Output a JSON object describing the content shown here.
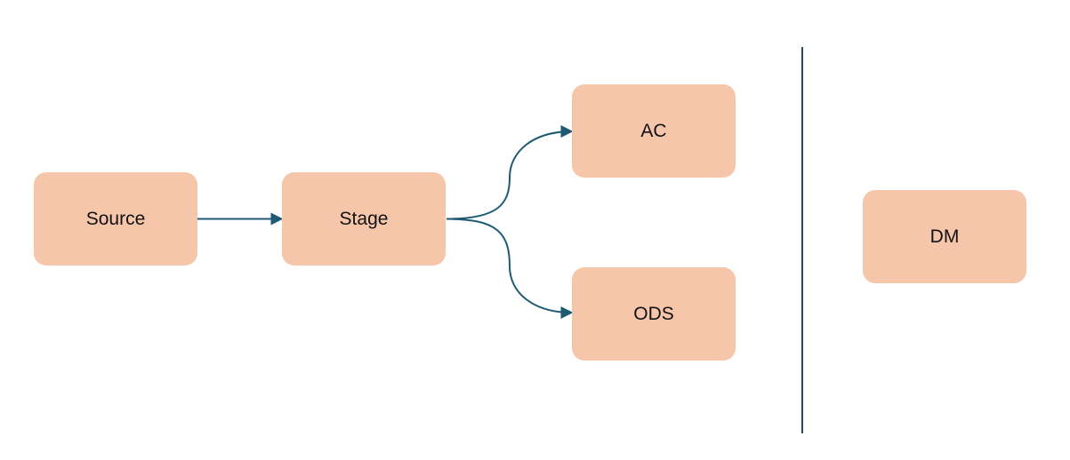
{
  "colors": {
    "node_fill": "#f6c6ab",
    "connector": "#1f5a74",
    "divider": "#1f4f5e"
  },
  "nodes": {
    "source": {
      "label": "Source"
    },
    "stage": {
      "label": "Stage"
    },
    "ac": {
      "label": "AC"
    },
    "ods": {
      "label": "ODS"
    },
    "dm": {
      "label": "DM"
    }
  },
  "edges": [
    {
      "from": "source",
      "to": "stage"
    },
    {
      "from": "stage",
      "to": "ac"
    },
    {
      "from": "stage",
      "to": "ods"
    }
  ]
}
